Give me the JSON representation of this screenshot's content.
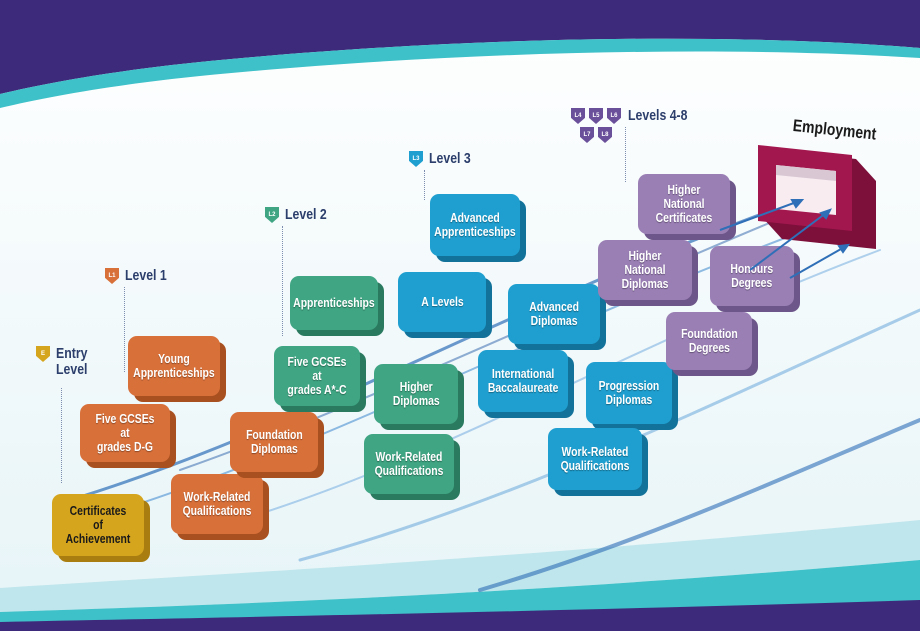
{
  "colors": {
    "banner_purple": "#3e2a7a",
    "teal_band": "#3ec1c8",
    "entry": "#d6a51e",
    "level1": "#d8703a",
    "level2": "#3fa583",
    "level3": "#1f9fcf",
    "level48": "#9a7fb5",
    "employment": "#a3174f"
  },
  "levels": [
    {
      "id": "entry",
      "label": "Entry\nLevel",
      "badge": "E"
    },
    {
      "id": "level1",
      "label": "Level 1",
      "badge": "L1"
    },
    {
      "id": "level2",
      "label": "Level 2",
      "badge": "L2"
    },
    {
      "id": "level3",
      "label": "Level 3",
      "badge": "L3"
    },
    {
      "id": "level48",
      "label": "Levels 4-8",
      "badges": [
        "L4",
        "L5",
        "L6",
        "L7",
        "L8"
      ]
    }
  ],
  "boxes": {
    "certificates_of_achievement": "Certificates of\nAchievement",
    "five_gcses_dg": "Five GCSEs at\ngrades D-G",
    "young_apprenticeships": "Young\nApprenticeships",
    "work_related_l1": "Work-Related\nQualifications",
    "foundation_diplomas": "Foundation\nDiplomas",
    "apprenticeships": "Apprenticeships",
    "five_gcses_ac": "Five GCSEs at\ngrades A*-C",
    "higher_diplomas": "Higher\nDiplomas",
    "work_related_l2": "Work-Related\nQualifications",
    "advanced_apprenticeships": "Advanced\nApprenticeships",
    "a_levels": "A Levels",
    "advanced_diplomas": "Advanced\nDiplomas",
    "international_bacc": "International\nBaccalaureate",
    "progression_diplomas": "Progression\nDiplomas",
    "work_related_l3": "Work-Related\nQualifications",
    "hnc": "Higher National\nCertificates",
    "hnd": "Higher National\nDiplomas",
    "honours_degrees": "Honours\nDegrees",
    "foundation_degrees": "Foundation\nDegrees"
  },
  "employment_label": "Employment"
}
